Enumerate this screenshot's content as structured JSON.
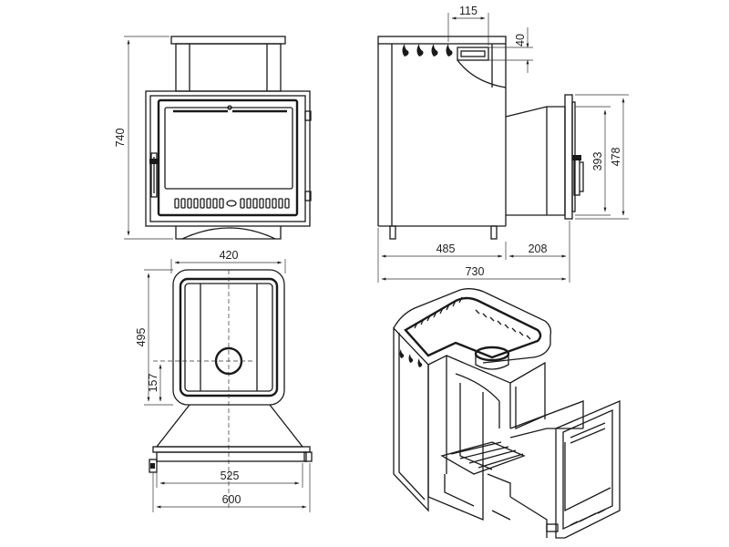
{
  "dimensions": {
    "front_height": "740",
    "top_width": "420",
    "top_depth": "495",
    "flue_offset": "157",
    "base_width": "525",
    "overall_width": "600",
    "side_flue_width": "115",
    "side_flue_height": "40",
    "tunnel_inner_height": "393",
    "tunnel_outer_height": "478",
    "body_depth": "485",
    "tunnel_length": "208",
    "overall_depth": "730"
  },
  "views": [
    "front",
    "side",
    "top",
    "isometric"
  ]
}
